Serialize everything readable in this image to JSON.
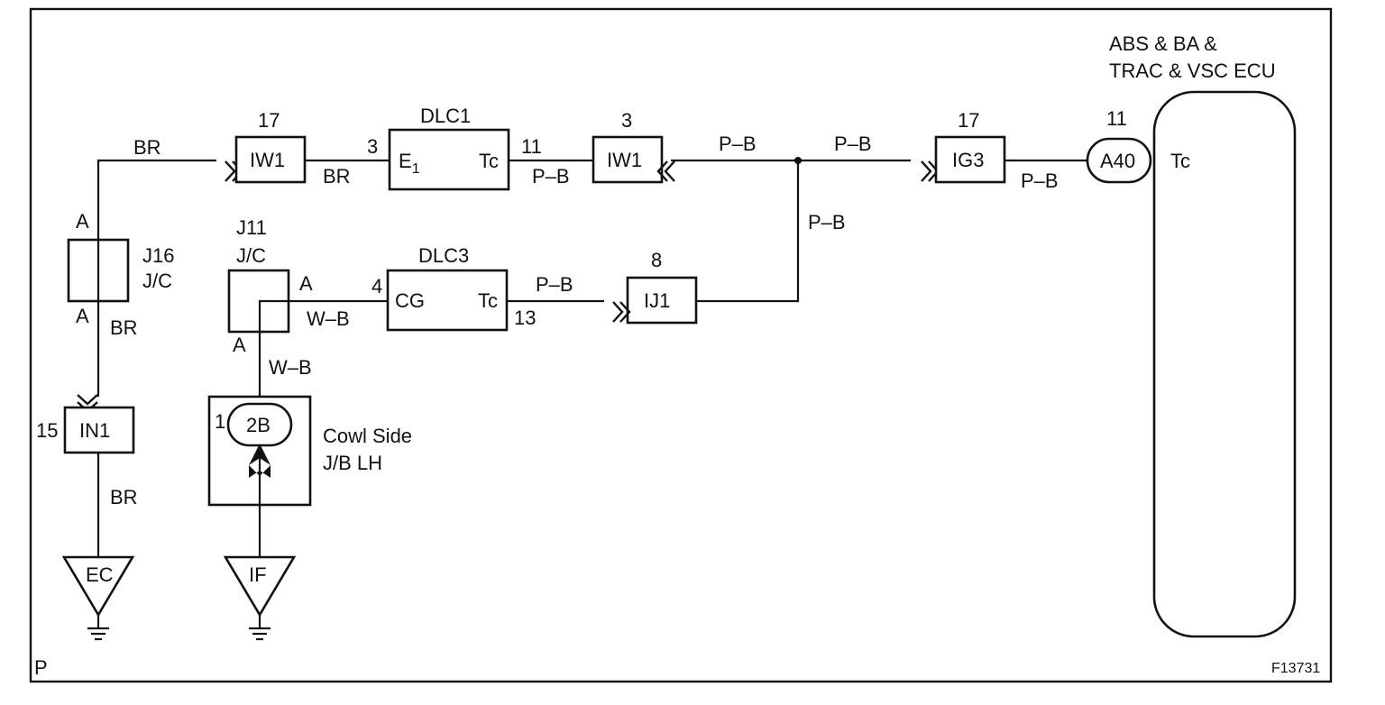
{
  "ecu": {
    "title_line1": "ABS & BA &",
    "title_line2": "TRAC & VSC ECU",
    "pin_num": "11",
    "connector": "A40",
    "terminal": "Tc"
  },
  "dlc1": {
    "name": "DLC1",
    "term_left": "E",
    "term_left_sub": "1",
    "term_right": "Tc",
    "pin_left": "3",
    "pin_right": "11"
  },
  "dlc3": {
    "name": "DLC3",
    "term_left": "CG",
    "term_right": "Tc",
    "pin_left": "4",
    "pin_right": "13"
  },
  "iw1_left": {
    "name": "IW1",
    "pin": "17"
  },
  "iw1_right": {
    "name": "IW1",
    "pin": "3"
  },
  "ig3": {
    "name": "IG3",
    "pin": "17"
  },
  "ij1": {
    "name": "IJ1",
    "pin": "8"
  },
  "in1": {
    "name": "IN1",
    "pin": "15"
  },
  "j16": {
    "name": "J16",
    "type": "J/C",
    "pin_top": "A",
    "pin_bottom": "A"
  },
  "j11": {
    "name": "J11",
    "type": "J/C",
    "pin_right": "A",
    "pin_bottom": "A"
  },
  "cowl": {
    "connector": "2B",
    "pin": "1",
    "label_line1": "Cowl Side",
    "label_line2": "J/B LH"
  },
  "grounds": {
    "ec": "EC",
    "if": "IF"
  },
  "wires": {
    "br_top": "BR",
    "br_mid": "BR",
    "br_j16": "BR",
    "br_in1": "BR",
    "pb_dlc1": "P–B",
    "pb_iw1": "P–B",
    "pb_to_ig3": "P–B",
    "pb_ecu": "P–B",
    "pb_vert": "P–B",
    "pb_dlc3": "P–B",
    "wb_dlc3": "W–B",
    "wb_vert": "W–B"
  },
  "corner_left": "P",
  "figure_id": "F13731"
}
